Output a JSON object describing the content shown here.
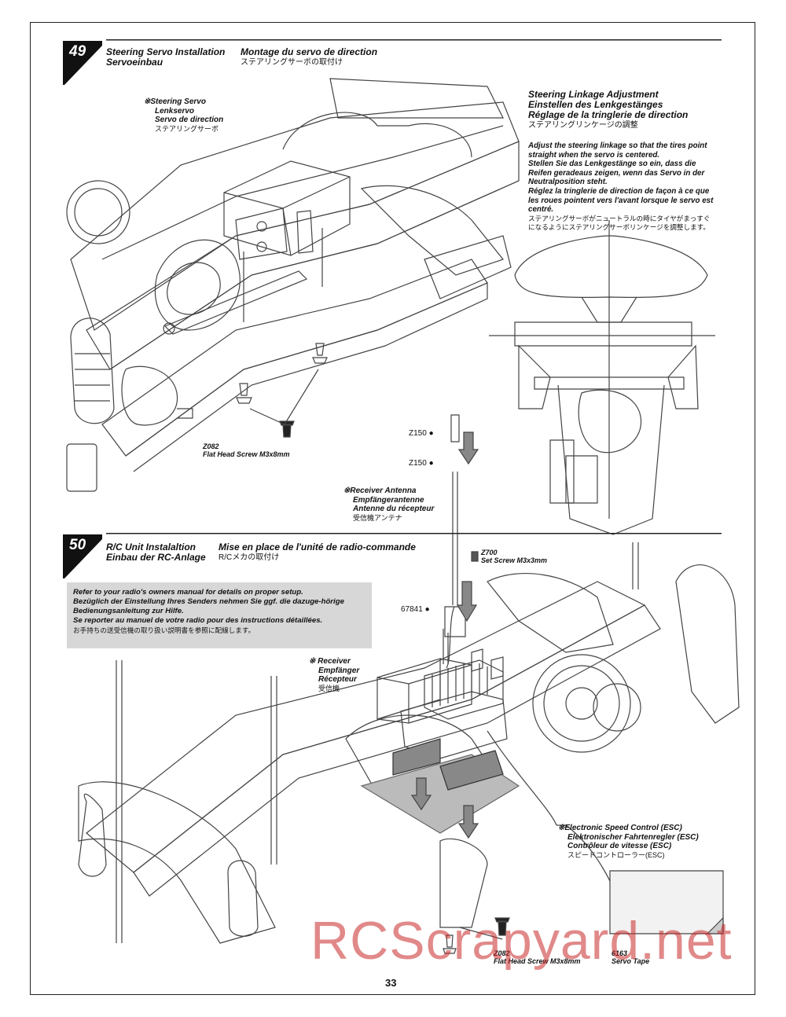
{
  "step49": {
    "number": "49",
    "title_en": "Steering Servo Installation",
    "title_fr": "Montage du servo de direction",
    "title_de": "Servoeinbau",
    "title_jp": "ステアリングサーボの取付け"
  },
  "servo_label": {
    "en": "※Steering Servo",
    "de": "Lenkservo",
    "fr": "Servo de direction",
    "jp": "ステアリングサーボ"
  },
  "linkage": {
    "title_en": "Steering Linkage Adjustment",
    "title_de": "Einstellen des Lenkgestänges",
    "title_fr": "Réglage de la tringlerie de direction",
    "title_jp": "ステアリングリンケージの調整",
    "text_en": "Adjust the steering linkage so that the tires point straight when the servo is centered.",
    "text_de": "Stellen Sie das Lenkgestänge so ein, dass die Reifen geradeaus zeigen, wenn das Servo in der Neutralposition steht.",
    "text_fr": "Réglez la tringlerie de direction de façon à ce que les roues pointent vers l'avant lorsque le servo est centré.",
    "text_jp": "ステアリングサーボがニュートラルの時にタイヤがまっすぐになるようにステアリングサーボリンケージを調整します。"
  },
  "screw49": {
    "code": "Z082",
    "desc": "Flat Head Screw M3x8mm"
  },
  "z150a": "Z150",
  "z150b": "Z150",
  "antenna_label": {
    "en": "※Receiver Antenna",
    "de": "Empfängerantenne",
    "fr": "Antenne du récepteur",
    "jp": "受信機アンテナ"
  },
  "step50": {
    "number": "50",
    "title_en": "R/C Unit Instalaltion",
    "title_fr": "Mise en place de l'unité de radio-commande",
    "title_de": "Einbau der RC-Anlage",
    "title_jp": "R/Cメカの取付け"
  },
  "z700": {
    "code": "Z700",
    "desc": "Set Screw M3x3mm"
  },
  "part67841": "67841",
  "note": {
    "en": "Refer to your radio's owners manual for details on proper setup.",
    "de": "Bezüglich der Einstellung Ihres Senders nehmen Sie ggf. die dazuge-hörige Bedienungsanleitung zur Hilfe.",
    "fr": "Se reporter au manuel de votre radio pour des instructions détaillées.",
    "jp": "お手持ちの送受信機の取り扱い説明書を参照に配線します。"
  },
  "receiver_label": {
    "en": "※ Receiver",
    "de": "Empfänger",
    "fr": "Récepteur",
    "jp": "受信機"
  },
  "esc_label": {
    "en": "※Electronic Speed Control (ESC)",
    "de": "Elektronischer Fahrtenregler (ESC)",
    "fr": "Contrôleur de vitesse (ESC)",
    "jp": "スピードコントローラー(ESC)"
  },
  "screw50": {
    "code": "Z082",
    "desc": "Flat Head Screw M3x8mm"
  },
  "tape": {
    "code": "6163",
    "desc": "Servo Tape"
  },
  "page_number": "33",
  "watermark": "RCScrapyard.net"
}
